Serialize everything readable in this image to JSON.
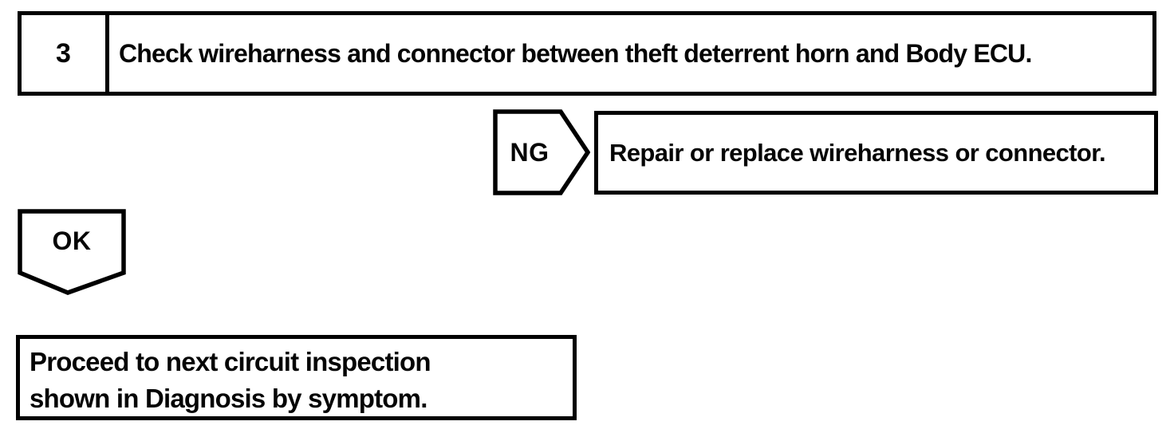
{
  "step_box": {
    "number": "3",
    "instruction": "Check wireharness and connector between theft deterrent horn and Body ECU."
  },
  "ng_branch": {
    "label": "NG",
    "action": "Repair or replace wireharness or connector."
  },
  "ok_branch": {
    "label": "OK",
    "action_lines": [
      "Proceed to next circuit inspection",
      "shown in Diagnosis by symptom."
    ]
  },
  "colors": {
    "ink": "#000000",
    "paper": "#ffffff"
  }
}
